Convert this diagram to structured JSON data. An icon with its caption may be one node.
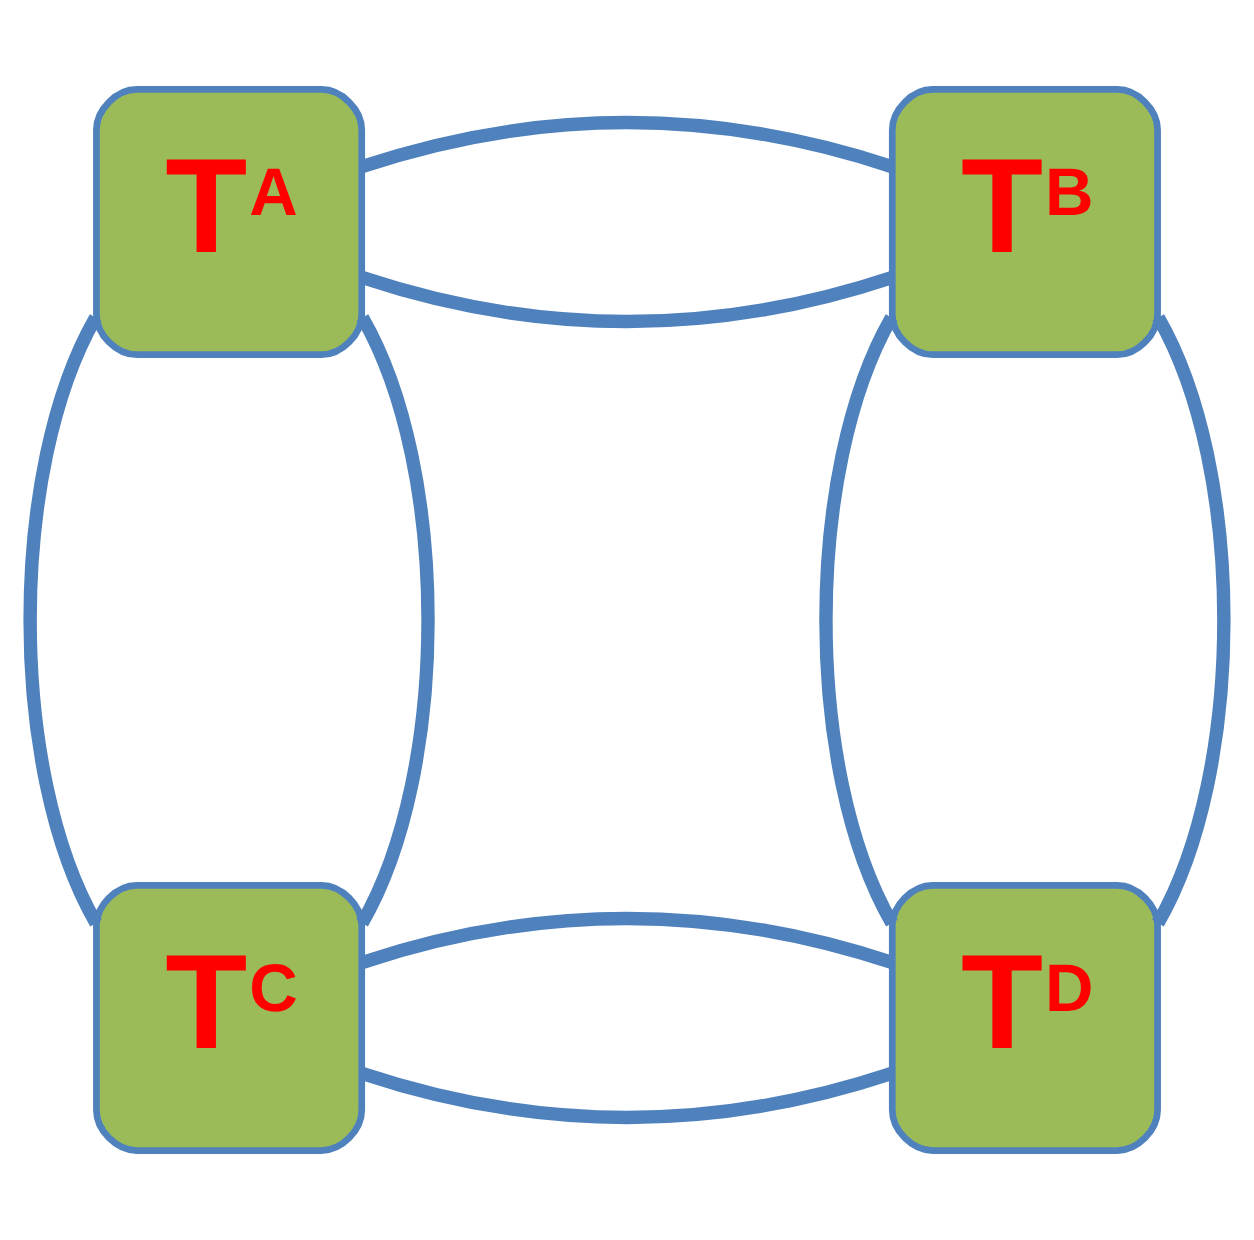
{
  "diagram": {
    "nodes": [
      {
        "text": [
          "T$^{A}$"
        ]
      },
      {
        "text": [
          "T$^{B}$"
        ]
      },
      {
        "text": [
          "T$^{C}$"
        ]
      },
      {
        "text": [
          "T$^{D}$"
        ]
      }
    ],
    "edges": [
      {
        "from": 0,
        "to": 1,
        "arrow": "none"
      },
      {
        "from": 0,
        "to": 2,
        "arrow": "none"
      },
      {
        "from": 1,
        "to": 3,
        "arrow": "none"
      },
      {
        "from": 2,
        "to": 3,
        "arrow": "none"
      },
      {
        "from": 0,
        "to": 1,
        "arrow": "none"
      },
      {
        "from": 0,
        "to": 2,
        "arrow": "none"
      },
      {
        "from": 1,
        "to": 3,
        "arrow": "none"
      },
      {
        "from": 2,
        "to": 3,
        "arrow": "none"
      }
    ]
  }
}
